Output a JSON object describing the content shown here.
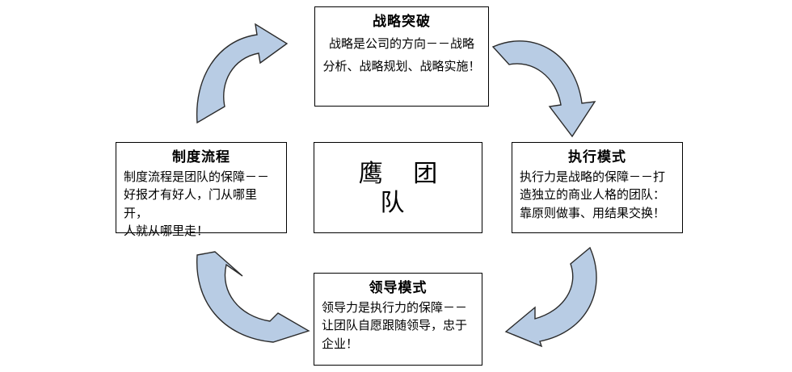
{
  "diagram": {
    "title_center": "鹰 团 队",
    "nodes": [
      {
        "id": "strategy",
        "title": "战略突破",
        "body_lines": [
          "战略是公司的方向－－战略",
          "分析、战略规划、战略实施！"
        ]
      },
      {
        "id": "execution",
        "title": "执行模式",
        "body_lines": [
          "执行力是战略的保障－－打",
          "造独立的商业人格的团队：",
          "靠原则做事、用结果交换！"
        ]
      },
      {
        "id": "leadership",
        "title": "领导模式",
        "body_lines": [
          "领导力是执行力的保障－－",
          "让团队自愿跟随领导，忠于",
          "企业！"
        ]
      },
      {
        "id": "process",
        "title": "制度流程",
        "body_lines": [
          "制度流程是团队的保障－－",
          "好报才有好人，门从哪里开，",
          "人就从哪里走！"
        ]
      }
    ],
    "arrows": [
      {
        "id": "process-to-strategy",
        "label": "curved-arrow-up-right"
      },
      {
        "id": "strategy-to-execution",
        "label": "curved-arrow-down-right"
      },
      {
        "id": "execution-to-leadership",
        "label": "curved-arrow-down-left"
      },
      {
        "id": "leadership-to-process",
        "label": "curved-arrow-up-left"
      }
    ],
    "colors": {
      "arrow_fill": "#b8cce4",
      "arrow_stroke": "#2b2b2b",
      "box_border": "#000000",
      "background": "#ffffff",
      "text": "#000000"
    }
  }
}
